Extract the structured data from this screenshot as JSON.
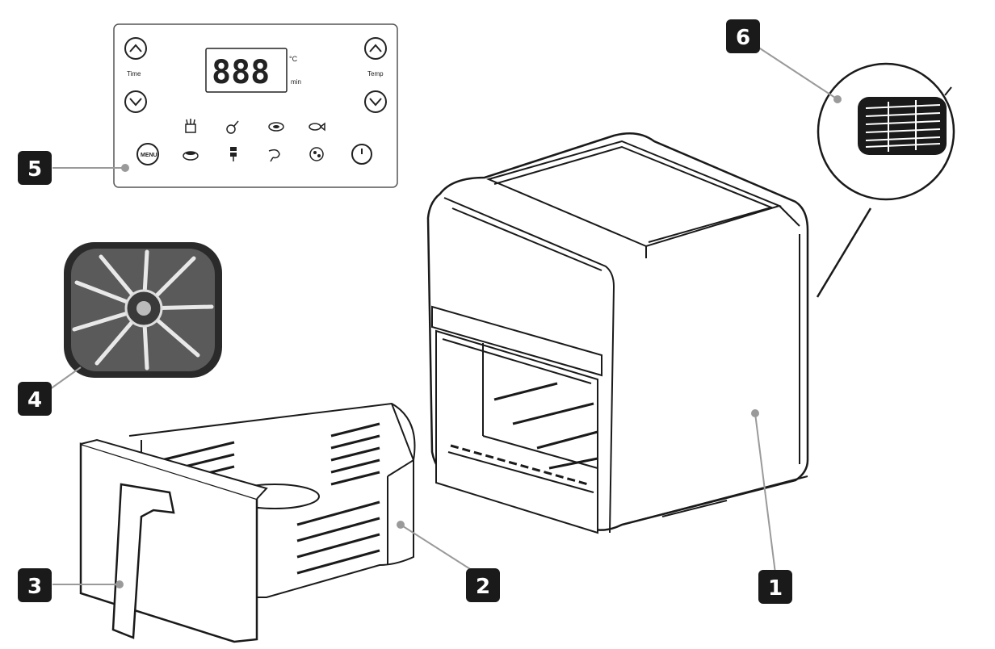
{
  "callouts": [
    {
      "id": "1",
      "label": "1"
    },
    {
      "id": "2",
      "label": "2"
    },
    {
      "id": "3",
      "label": "3"
    },
    {
      "id": "4",
      "label": "4"
    },
    {
      "id": "5",
      "label": "5"
    },
    {
      "id": "6",
      "label": "6"
    }
  ],
  "control_panel": {
    "display_digits": "888",
    "unit_celsius": "°C",
    "unit_minutes": "min",
    "time_label": "Time",
    "temp_label": "Temp",
    "menu_label": "MENU"
  },
  "colors": {
    "ink": "#1a1a1a",
    "badge": "#1a1a1a",
    "leader": "#9a9a9a"
  }
}
